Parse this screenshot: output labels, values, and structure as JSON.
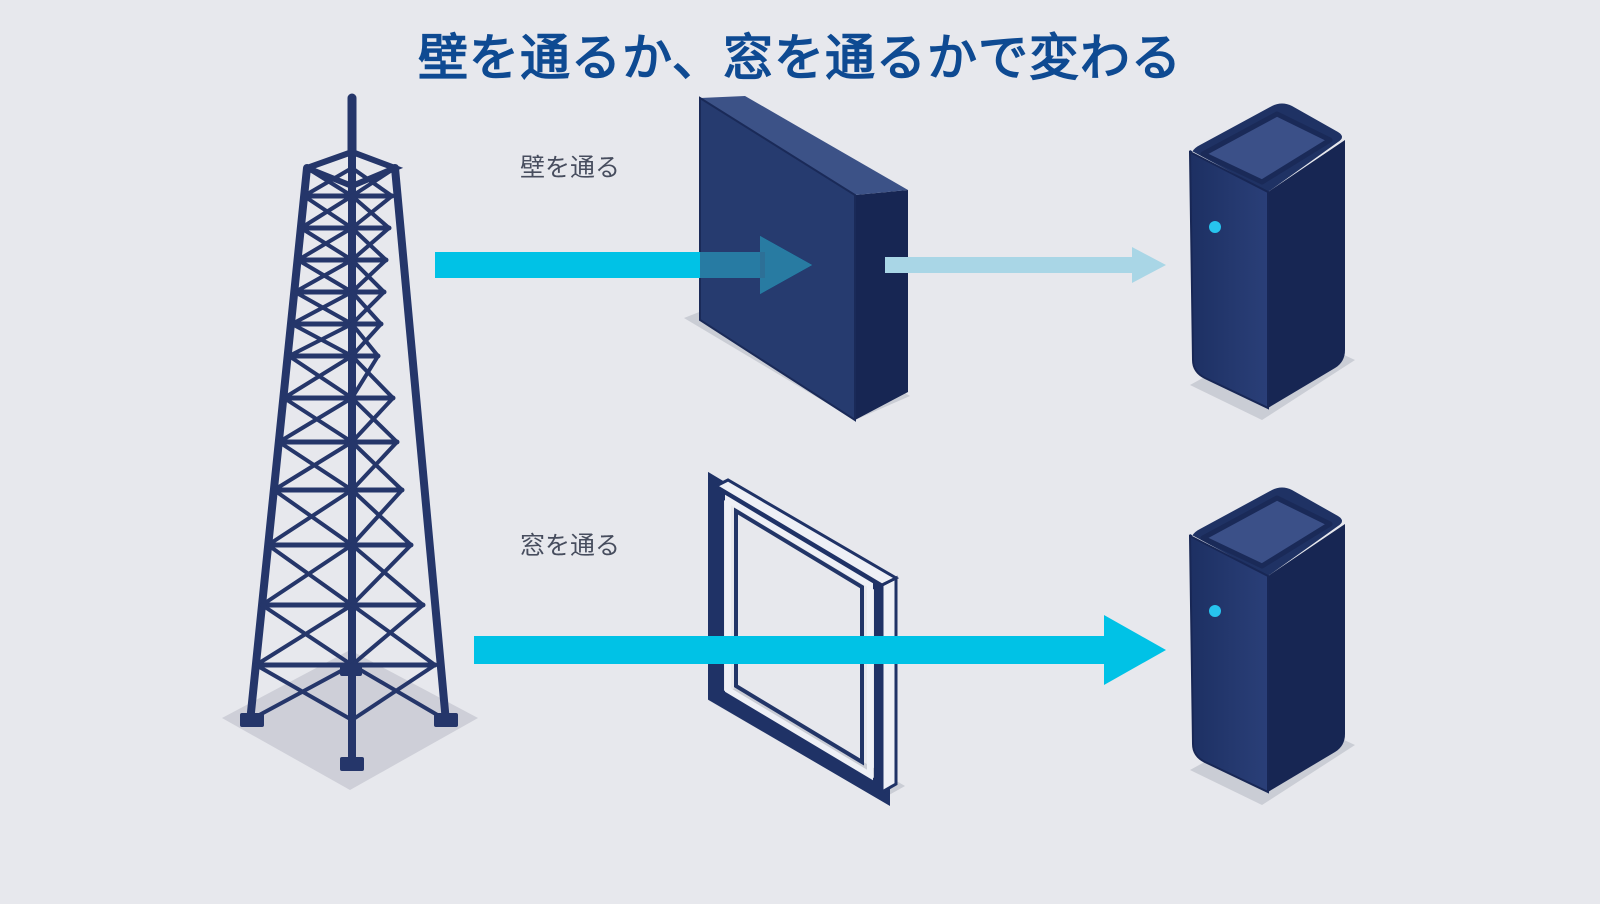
{
  "title": "壁を通るか、窓を通るかで変わる",
  "paths": [
    {
      "id": "wall",
      "label": "壁を通る",
      "obstacle": "wall",
      "signal": "attenuated"
    },
    {
      "id": "window",
      "label": "窓を通る",
      "obstacle": "window",
      "signal": "strong"
    }
  ],
  "colors": {
    "background": "#e7e8ed",
    "title": "#0e4a92",
    "navy": "#253a6e",
    "navy_dark": "#172653",
    "signal": "#00c2e6",
    "signal_weak": "#a9d6e6",
    "led": "#27c4ee"
  },
  "icons": [
    "radio-tower-icon",
    "wall-block-icon",
    "window-frame-icon",
    "router-icon"
  ]
}
